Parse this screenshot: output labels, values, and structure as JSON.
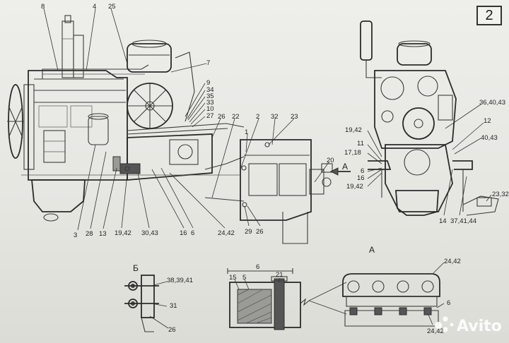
{
  "page_number": "2",
  "watermark": "Avito",
  "labels_main": [
    "8",
    "4",
    "25",
    "7",
    "9",
    "34",
    "35",
    "33",
    "10",
    "27",
    "26",
    "22",
    "2",
    "32",
    "23",
    "1",
    "20",
    "3",
    "28",
    "13",
    "19,42",
    "30,43",
    "16",
    "6",
    "24,42",
    "29",
    "26"
  ],
  "labels_side": [
    "36,40,43",
    "12",
    "40,43",
    "19,42",
    "11",
    "17,18",
    "6",
    "16",
    "19,42",
    "14",
    "37,41,44",
    "23,32"
  ],
  "section_letters": [
    "А",
    "Б",
    "А"
  ],
  "labels_detail_b": [
    "38,39,41",
    "31",
    "26"
  ],
  "labels_detail_center": [
    "6",
    "15",
    "5",
    "21"
  ],
  "labels_detail_a": [
    "24,42",
    "6",
    "24,42"
  ],
  "colors": {
    "ink": "#2b2b2b",
    "paper": "#eaeae5"
  }
}
